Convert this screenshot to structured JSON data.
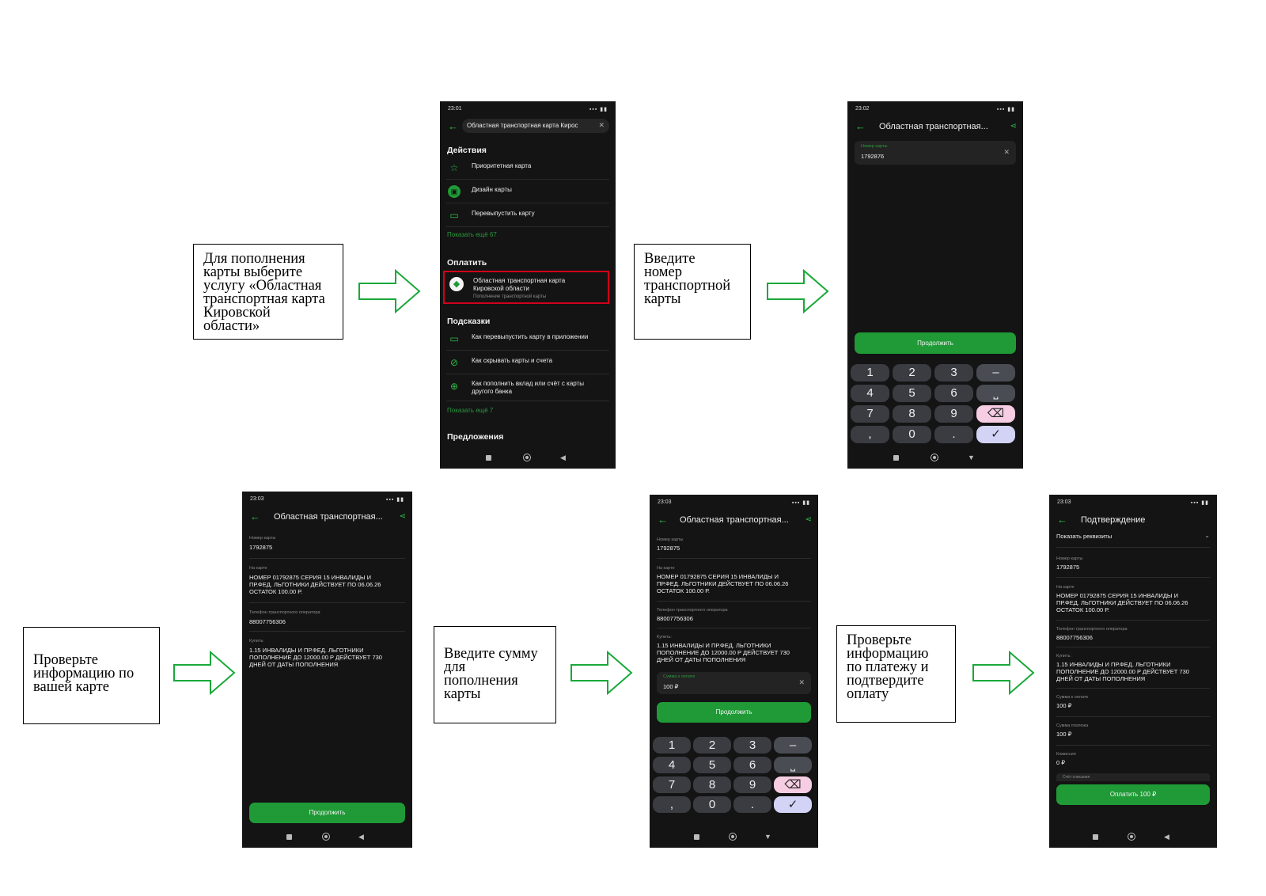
{
  "captions": {
    "c1": "Для пополнения\nкарты выберите\nуслугу «Областная\nтранспортная карта\nКировской\nобласти»",
    "c2": "Введите\nномер\nтранспортной\nкарты",
    "c3": "Проверьте\nинформацию по\nвашей карте",
    "c4": "Введите сумму\nдля\nпополнения\nкарты",
    "c5": "Проверьте\nинформацию\nпо платежу и\nподтвердите\nоплату"
  },
  "colors": {
    "accent": "#2fbf4a",
    "button": "#1f9a36",
    "highlight": "#d0021b",
    "phone_bg": "#141414"
  },
  "s1": {
    "time": "23:01",
    "search": "Областная транспортная карта Кирос",
    "actions_title": "Действия",
    "actions": [
      "Приоритетная карта",
      "Дизайн карты",
      "Перевыпустить карту"
    ],
    "actions_more": "Показать ещё 67",
    "pay_title": "Оплатить",
    "pay_item_line1": "Областная транспортная карта",
    "pay_item_line2": "Кировской области",
    "pay_item_sub": "Пополнение транспортной карты",
    "hints_title": "Подсказки",
    "hints": [
      "Как перевыпустить карту в приложении",
      "Как скрывать карты и счета",
      "Как пополнить вклад или счёт с карты",
      "другого банка"
    ],
    "hints_more": "Показать ещё 7",
    "offers_title": "Предложения"
  },
  "s2": {
    "time": "23:02",
    "title": "Областная транспортная...",
    "field_label": "Номер карты",
    "field_value": "1792876",
    "continue": "Продолжить",
    "keys": [
      "1",
      "2",
      "3",
      "–",
      "4",
      "5",
      "6",
      "⎵",
      "7",
      "8",
      "9",
      "⌫",
      ",",
      "0",
      ".",
      "✓"
    ]
  },
  "s3": {
    "time": "23:03",
    "title": "Областная транспортная...",
    "card_label": "Номер карты",
    "card_value": "1792875",
    "on_card_label": "На карте",
    "on_card_l1": "НОМЕР 01792875 СЕРИЯ 15 ИНВАЛИДЫ И",
    "on_card_l2": "ПР.ФЕД. ЛЬГОТНИКИ ДЕЙСТВУЕТ ПО 06.06.26",
    "on_card_l3": "ОСТАТОК 100.00 Р.",
    "phone_label": "Телефон транспортного оператора",
    "phone_value": "88007756306",
    "buy_label": "Купить:",
    "buy_l1": "1.15 ИНВАЛИДЫ И ПР.ФЕД. ЛЬГОТНИКИ",
    "buy_l2": "ПОПОЛНЕНИЕ ДО 12000.00 Р ДЕЙСТВУЕТ 730",
    "buy_l3": "ДНЕЙ ОТ ДАТЫ ПОПОЛНЕНИЯ",
    "continue": "Продолжить"
  },
  "s4": {
    "time": "23:03",
    "title": "Областная транспортная...",
    "amount_label": "Сумма к оплате",
    "amount_value": "100 ₽",
    "continue": "Продолжить"
  },
  "s5": {
    "time": "23:03",
    "title": "Подтверждение",
    "details": "Показать реквизиты",
    "sum_label": "Сумма к оплате",
    "sum_value": "100 ₽",
    "payment_label": "Сумма платежа",
    "payment_value": "100 ₽",
    "fee_label": "Комиссия",
    "fee_value": "0 ₽",
    "account_label": "Счёт списания",
    "pay_button": "Оплатить 100 ₽"
  }
}
